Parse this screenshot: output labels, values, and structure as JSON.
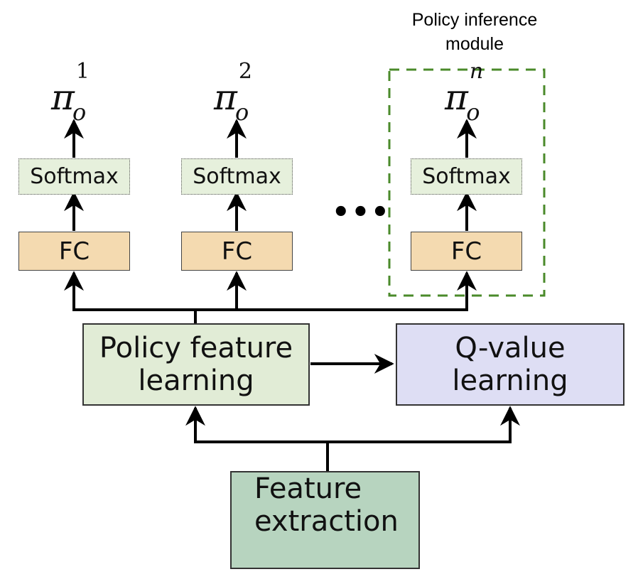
{
  "module_label": [
    "Policy inference",
    "module"
  ],
  "policy_heads": [
    {
      "pi_symbol": "π",
      "superscript": "1",
      "subscript": "o",
      "softmax_label": "Softmax",
      "fc_label": "FC"
    },
    {
      "pi_symbol": "π",
      "superscript": "2",
      "subscript": "o",
      "softmax_label": "Softmax",
      "fc_label": "FC"
    },
    {
      "pi_symbol": "π",
      "superscript": "n",
      "subscript": "o",
      "softmax_label": "Softmax",
      "fc_label": "FC"
    }
  ],
  "ellipsis": "•••",
  "policy_feature_learning": [
    "Policy feature",
    "learning"
  ],
  "q_value_learning": [
    "Q-value",
    "learning"
  ],
  "feature_extraction": [
    "Feature",
    "extraction"
  ],
  "colors": {
    "softmax_fill": "#e6f0dc",
    "fc_fill": "#f4dab0",
    "policy_fill": "#e1ecd6",
    "qvalue_fill": "#dedef4",
    "feature_fill": "#b7d4bf",
    "module_border": "#4a8a2a"
  }
}
